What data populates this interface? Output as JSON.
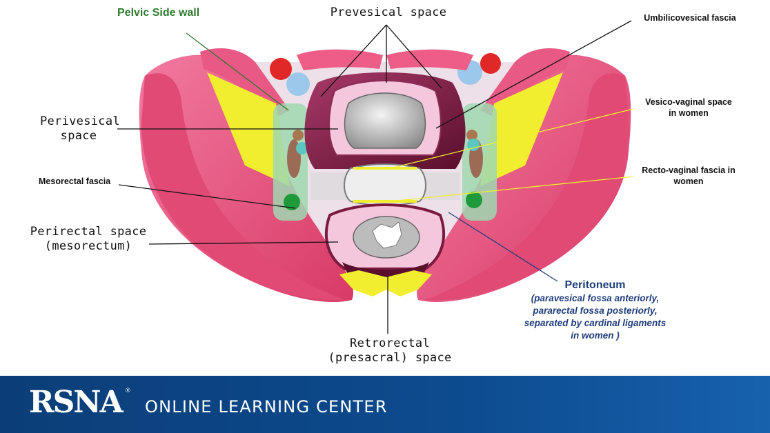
{
  "labels": {
    "pelvic_side_wall": "Pelvic Side wall",
    "prevesical": "Prevesical space",
    "umbilicovesical": "Umbilicovesical fascia",
    "perivesical": [
      "Perivesical",
      "space"
    ],
    "vesico_vaginal": [
      "Vesico-vaginal space",
      "in women"
    ],
    "mesorectal_fascia": "Mesorectal fascia",
    "recto_vaginal": [
      "Recto-vaginal fascia in",
      "women"
    ],
    "perirectal": [
      "Perirectal space",
      "(mesorectum)"
    ],
    "peritoneum_title": "Peritoneum",
    "peritoneum_desc": "(paravesical fossa anteriorly,\npararectal fossa posteriorly,\nseparated by cardinal ligaments\nin women )",
    "retrorectal": [
      "Retrorectal",
      "(presacral) space"
    ]
  },
  "footer": {
    "logo": "RSNA",
    "registered": "®",
    "title": "ONLINE LEARNING CENTER"
  },
  "colors": {
    "muscle_pink": "#e8507a",
    "fat_yellow": "#f1ee2f",
    "space_green": "#9fd8b0",
    "fascia_purple": "#7a1a3f",
    "peritoneum_navy": "#1f3d7a",
    "side_wall_green": "#2f7a2f",
    "footer_blue": "#0d4b8f"
  }
}
